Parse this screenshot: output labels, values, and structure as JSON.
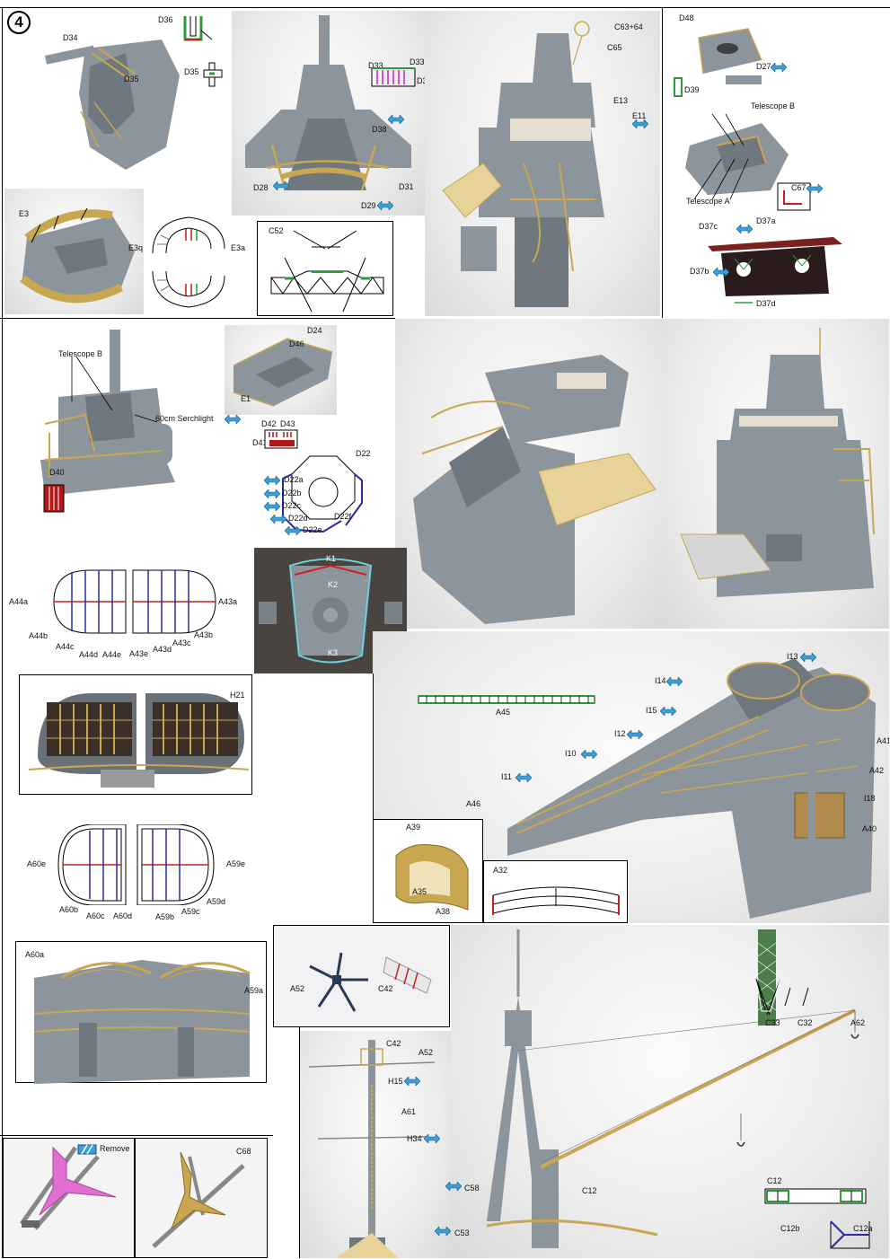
{
  "step_number": "4",
  "labels": {
    "d36": "D36",
    "d34": "D34",
    "d35a": "D35",
    "d35b": "D35",
    "e3": "E3",
    "e3q": "E3q",
    "e3a": "E3a",
    "d33a": "D33",
    "d33b": "D33",
    "d3": "D3",
    "d38": "D38",
    "d31": "D31",
    "d28": "D28",
    "d29": "D29",
    "c52": "C52",
    "c6364": "C63+64",
    "c65": "C65",
    "e13": "E13",
    "e11": "E11",
    "d48": "D48",
    "d27": "D27",
    "d39": "D39",
    "telescope_b_1": "Telescope B",
    "telescope_a": "Telescope A",
    "c67": "C67",
    "d37c": "D37c",
    "d37a": "D37a",
    "d37b": "D37b",
    "d37d": "D37d",
    "telescope_b_2": "Telescope B",
    "serchlight": "60cm Serchlight",
    "d40": "D40",
    "d24": "D24",
    "d46": "D46",
    "e1": "E1",
    "d42": "D42",
    "d43": "D43",
    "d41": "D41",
    "d22": "D22",
    "d22a": "D22a",
    "d22b": "D22b",
    "d22c": "D22c",
    "d22d": "D22d",
    "d22e": "D22e",
    "d22f": "D22f",
    "k1": "K1",
    "k2": "K2",
    "k3": "K3",
    "a44a": "A44a",
    "a43a": "A43a",
    "a44b": "A44b",
    "a44c": "A44c",
    "a44d": "A44d",
    "a44e": "A44e",
    "a43e": "A43e",
    "a43d": "A43d",
    "a43c": "A43c",
    "a43b": "A43b",
    "h21": "H21",
    "a45": "A45",
    "i13": "I13",
    "i14": "I14",
    "i15": "I15",
    "i12": "I12",
    "i10": "I10",
    "i11": "I11",
    "a46": "A46",
    "a41": "A41",
    "a42": "A42",
    "i18": "I18",
    "a40": "A40",
    "a39": "A39",
    "a35": "A35",
    "a38": "A38",
    "a32": "A32",
    "a60e": "A60e",
    "a59e": "A59e",
    "a60b": "A60b",
    "a60c": "A60c",
    "a60d": "A60d",
    "a59b": "A59b",
    "a59c": "A59c",
    "a59d": "A59d",
    "a60a": "A60a",
    "a59a": "A59a",
    "a52a": "A52",
    "c42a": "C42",
    "c42b": "C42",
    "a52b": "A52",
    "h15": "H15",
    "a61": "A61",
    "h34": "H34",
    "c33": "C33",
    "c32": "C32",
    "a62": "A62",
    "c58": "C58",
    "c12a_lbl": "C12",
    "c53": "C53",
    "c12": "C12",
    "c12b": "C12b",
    "c12a": "C12a",
    "remove": "Remove",
    "c68": "C68"
  },
  "colors": {
    "arrow_blue": "#3aa0dc",
    "hull_grey": "#8c949c",
    "etched_brass": "#c9a650",
    "bend_green": "#2e9a3a",
    "bend_red": "#c8201c",
    "remove_pink": "#e070d0",
    "rail_blue": "#2a2aa0"
  },
  "icons": {
    "direction_arrow": "double-headed-arrow-icon",
    "step_badge": "circled-number-icon",
    "remove_mark": "remove-hatch-icon"
  }
}
